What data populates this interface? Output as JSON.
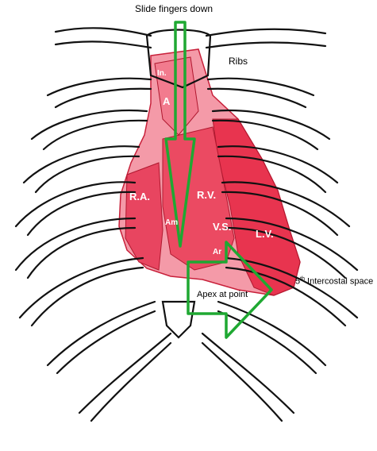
{
  "annotations": {
    "slide_fingers": "Slide fingers down",
    "ribs": "Ribs",
    "apex": "Apex at point",
    "intercostal_number": "5",
    "intercostal_sup": "th",
    "intercostal_text": " Intercostal space"
  },
  "heart_labels": {
    "ra": "R.A.",
    "rv": "R.V.",
    "lv": "L.V.",
    "vs": "V.S.",
    "in": "In.",
    "a": "A",
    "am": "Am",
    "ar": "Ar"
  },
  "colors": {
    "heart": "#e8344f",
    "heart_light": "#f49aa8",
    "arrow": "#1fa832",
    "bone": "#111111"
  }
}
